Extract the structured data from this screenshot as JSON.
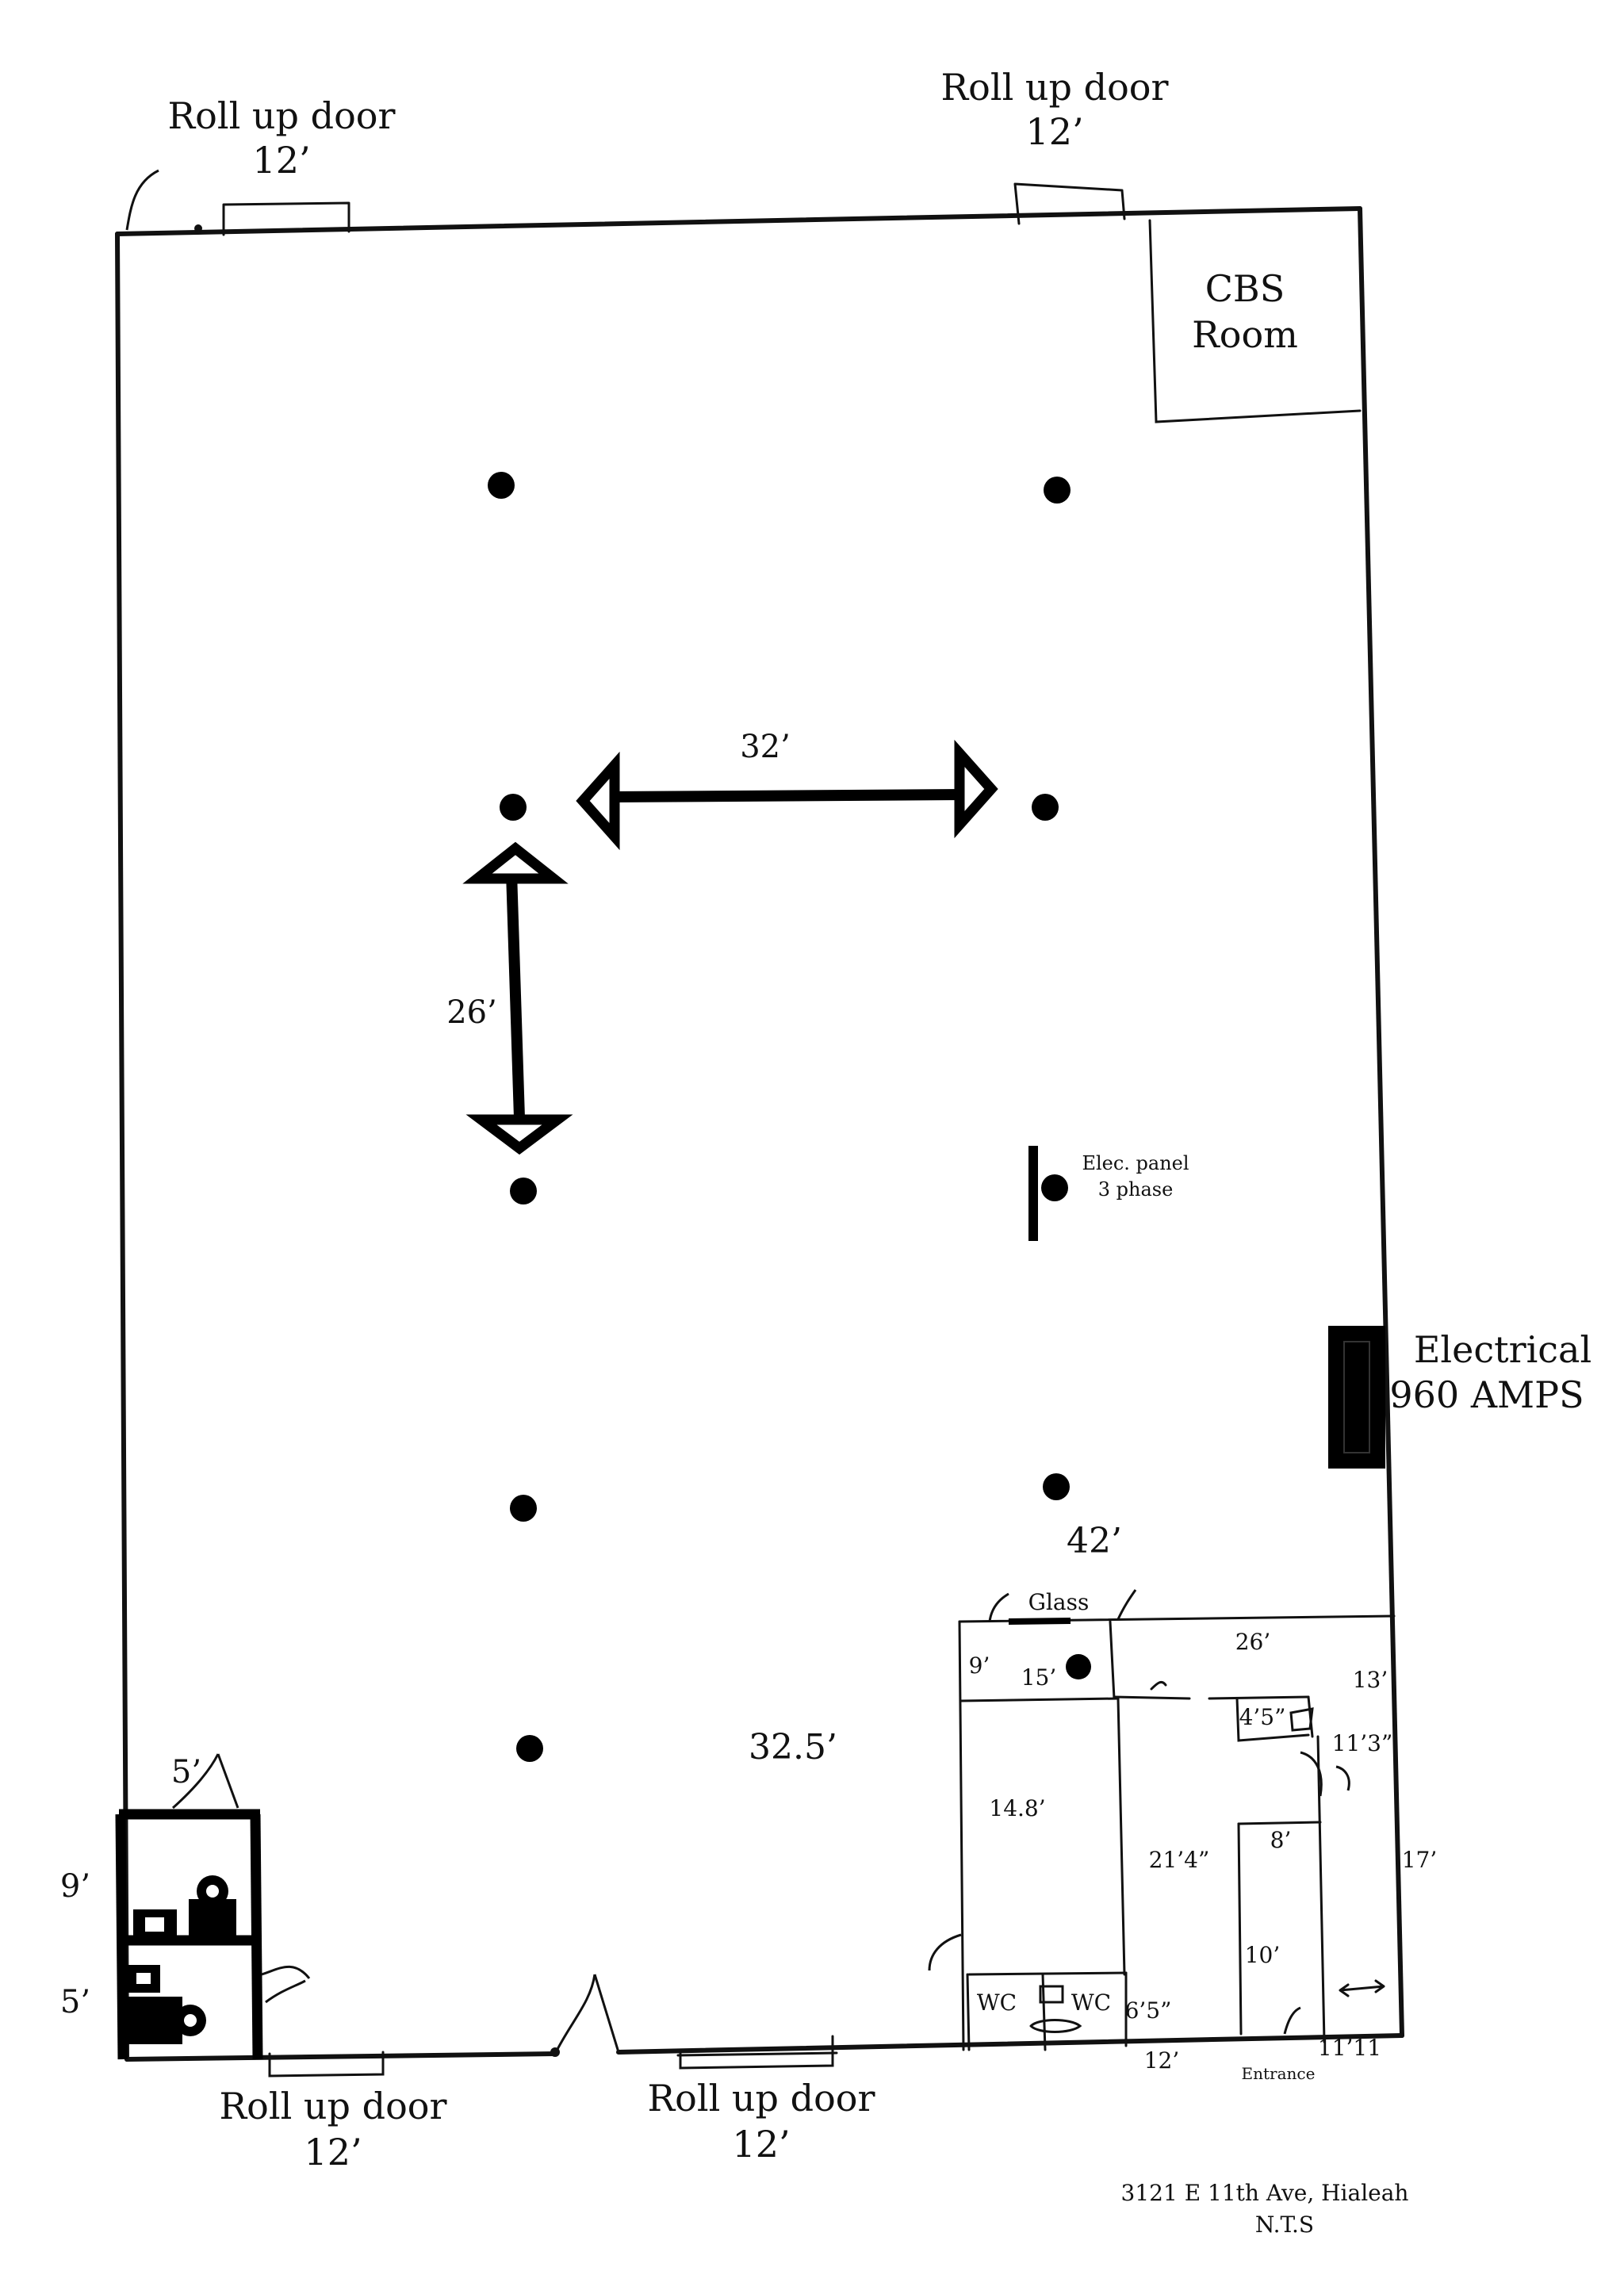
{
  "labels": {
    "roll_up_door": "Roll up door",
    "door_width": "12’",
    "cbs_room_line1": "CBS",
    "cbs_room_line2": "Room",
    "dim_32": "32’",
    "dim_26": "26’",
    "elec_panel_line1": "Elec. panel",
    "elec_panel_line2": "3 phase",
    "electrical_line1": "Electrical",
    "electrical_line2": "960 AMPS",
    "dim_42": "42’",
    "dim_32_5": "32.5’",
    "glass": "Glass",
    "office_26": "26’",
    "office_9": "9’",
    "office_15": "15’",
    "office_13": "13’",
    "office_4_5": "4’5”",
    "office_11_3": "11’3”",
    "office_14_8": "14.8’",
    "office_21_4": "21’4”",
    "office_8": "8’",
    "office_17": "17’",
    "office_10": "10’",
    "wc": "WC",
    "office_6_5": "6’5”",
    "office_12": "12’",
    "office_11_11": "11’11",
    "entrance": "Entrance",
    "side_5_top": "5’",
    "side_9": "9’",
    "side_5_bottom": "5’",
    "address": "3121 E 11th Ave, Hialeah",
    "nts": "N.T.S"
  },
  "columns": [
    {
      "col": 1,
      "row": 1
    },
    {
      "col": 2,
      "row": 1
    },
    {
      "col": 1,
      "row": 2
    },
    {
      "col": 2,
      "row": 2
    },
    {
      "col": 1,
      "row": 3
    },
    {
      "col": 2,
      "row": 3
    },
    {
      "col": 1,
      "row": 4
    },
    {
      "col": 2,
      "row": 4
    },
    {
      "col": 1,
      "row": 5
    },
    {
      "col": 2,
      "row": 5
    }
  ],
  "colors": {
    "ink": "#111111",
    "background": "#ffffff"
  }
}
